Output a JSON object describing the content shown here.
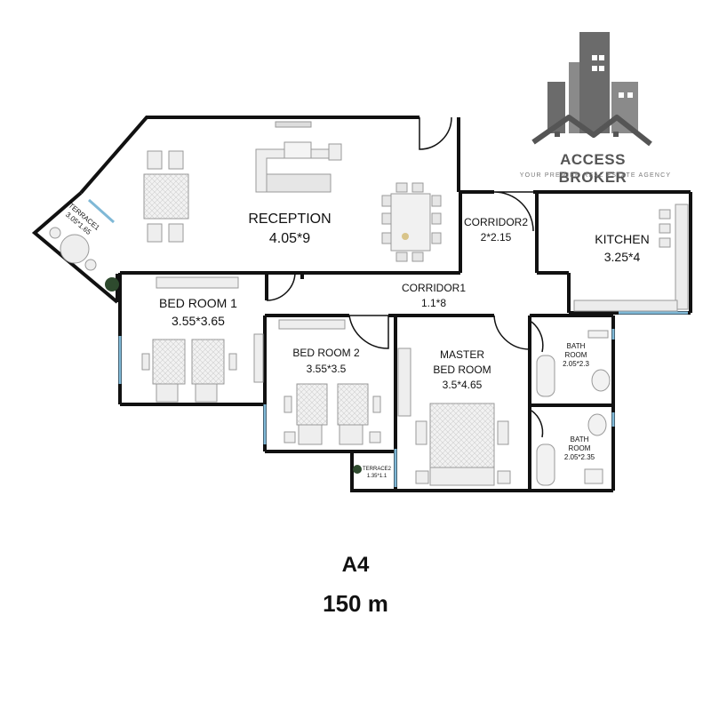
{
  "logo": {
    "name": "ACCESS BROKER",
    "tagline": "YOUR PREMIER REAL ESTATE AGENCY"
  },
  "rooms": {
    "reception": {
      "name": "RECEPTION",
      "size": "4.05*9"
    },
    "corridor2": {
      "name": "CORRIDOR2",
      "size": "2*2.15"
    },
    "kitchen": {
      "name": "KITCHEN",
      "size": "3.25*4"
    },
    "terrace1": {
      "name": "TERRACE1",
      "size": "3.05*1.65"
    },
    "corridor1": {
      "name": "CORRIDOR1",
      "size": "1.1*8"
    },
    "bedroom1": {
      "name": "BED ROOM 1",
      "size": "3.55*3.65"
    },
    "bedroom2": {
      "name": "BED ROOM 2",
      "size": "3.55*3.5"
    },
    "master": {
      "name_line1": "MASTER",
      "name_line2": "BED ROOM",
      "size": "3.5*4.65"
    },
    "bath1": {
      "name_line1": "BATH",
      "name_line2": "ROOM",
      "size": "2.05*2.3"
    },
    "bath2": {
      "name_line1": "BATH",
      "name_line2": "ROOM",
      "size": "2.05*2.35"
    },
    "terrace2": {
      "name": "TERRACE2",
      "size": "1.35*1.1"
    }
  },
  "unit": {
    "code": "A4",
    "area": "150 m"
  },
  "colors": {
    "wall": "#111111",
    "window": "#7fb8d6",
    "furniture": "#d9d9d9",
    "logo_gray": "#555555"
  }
}
